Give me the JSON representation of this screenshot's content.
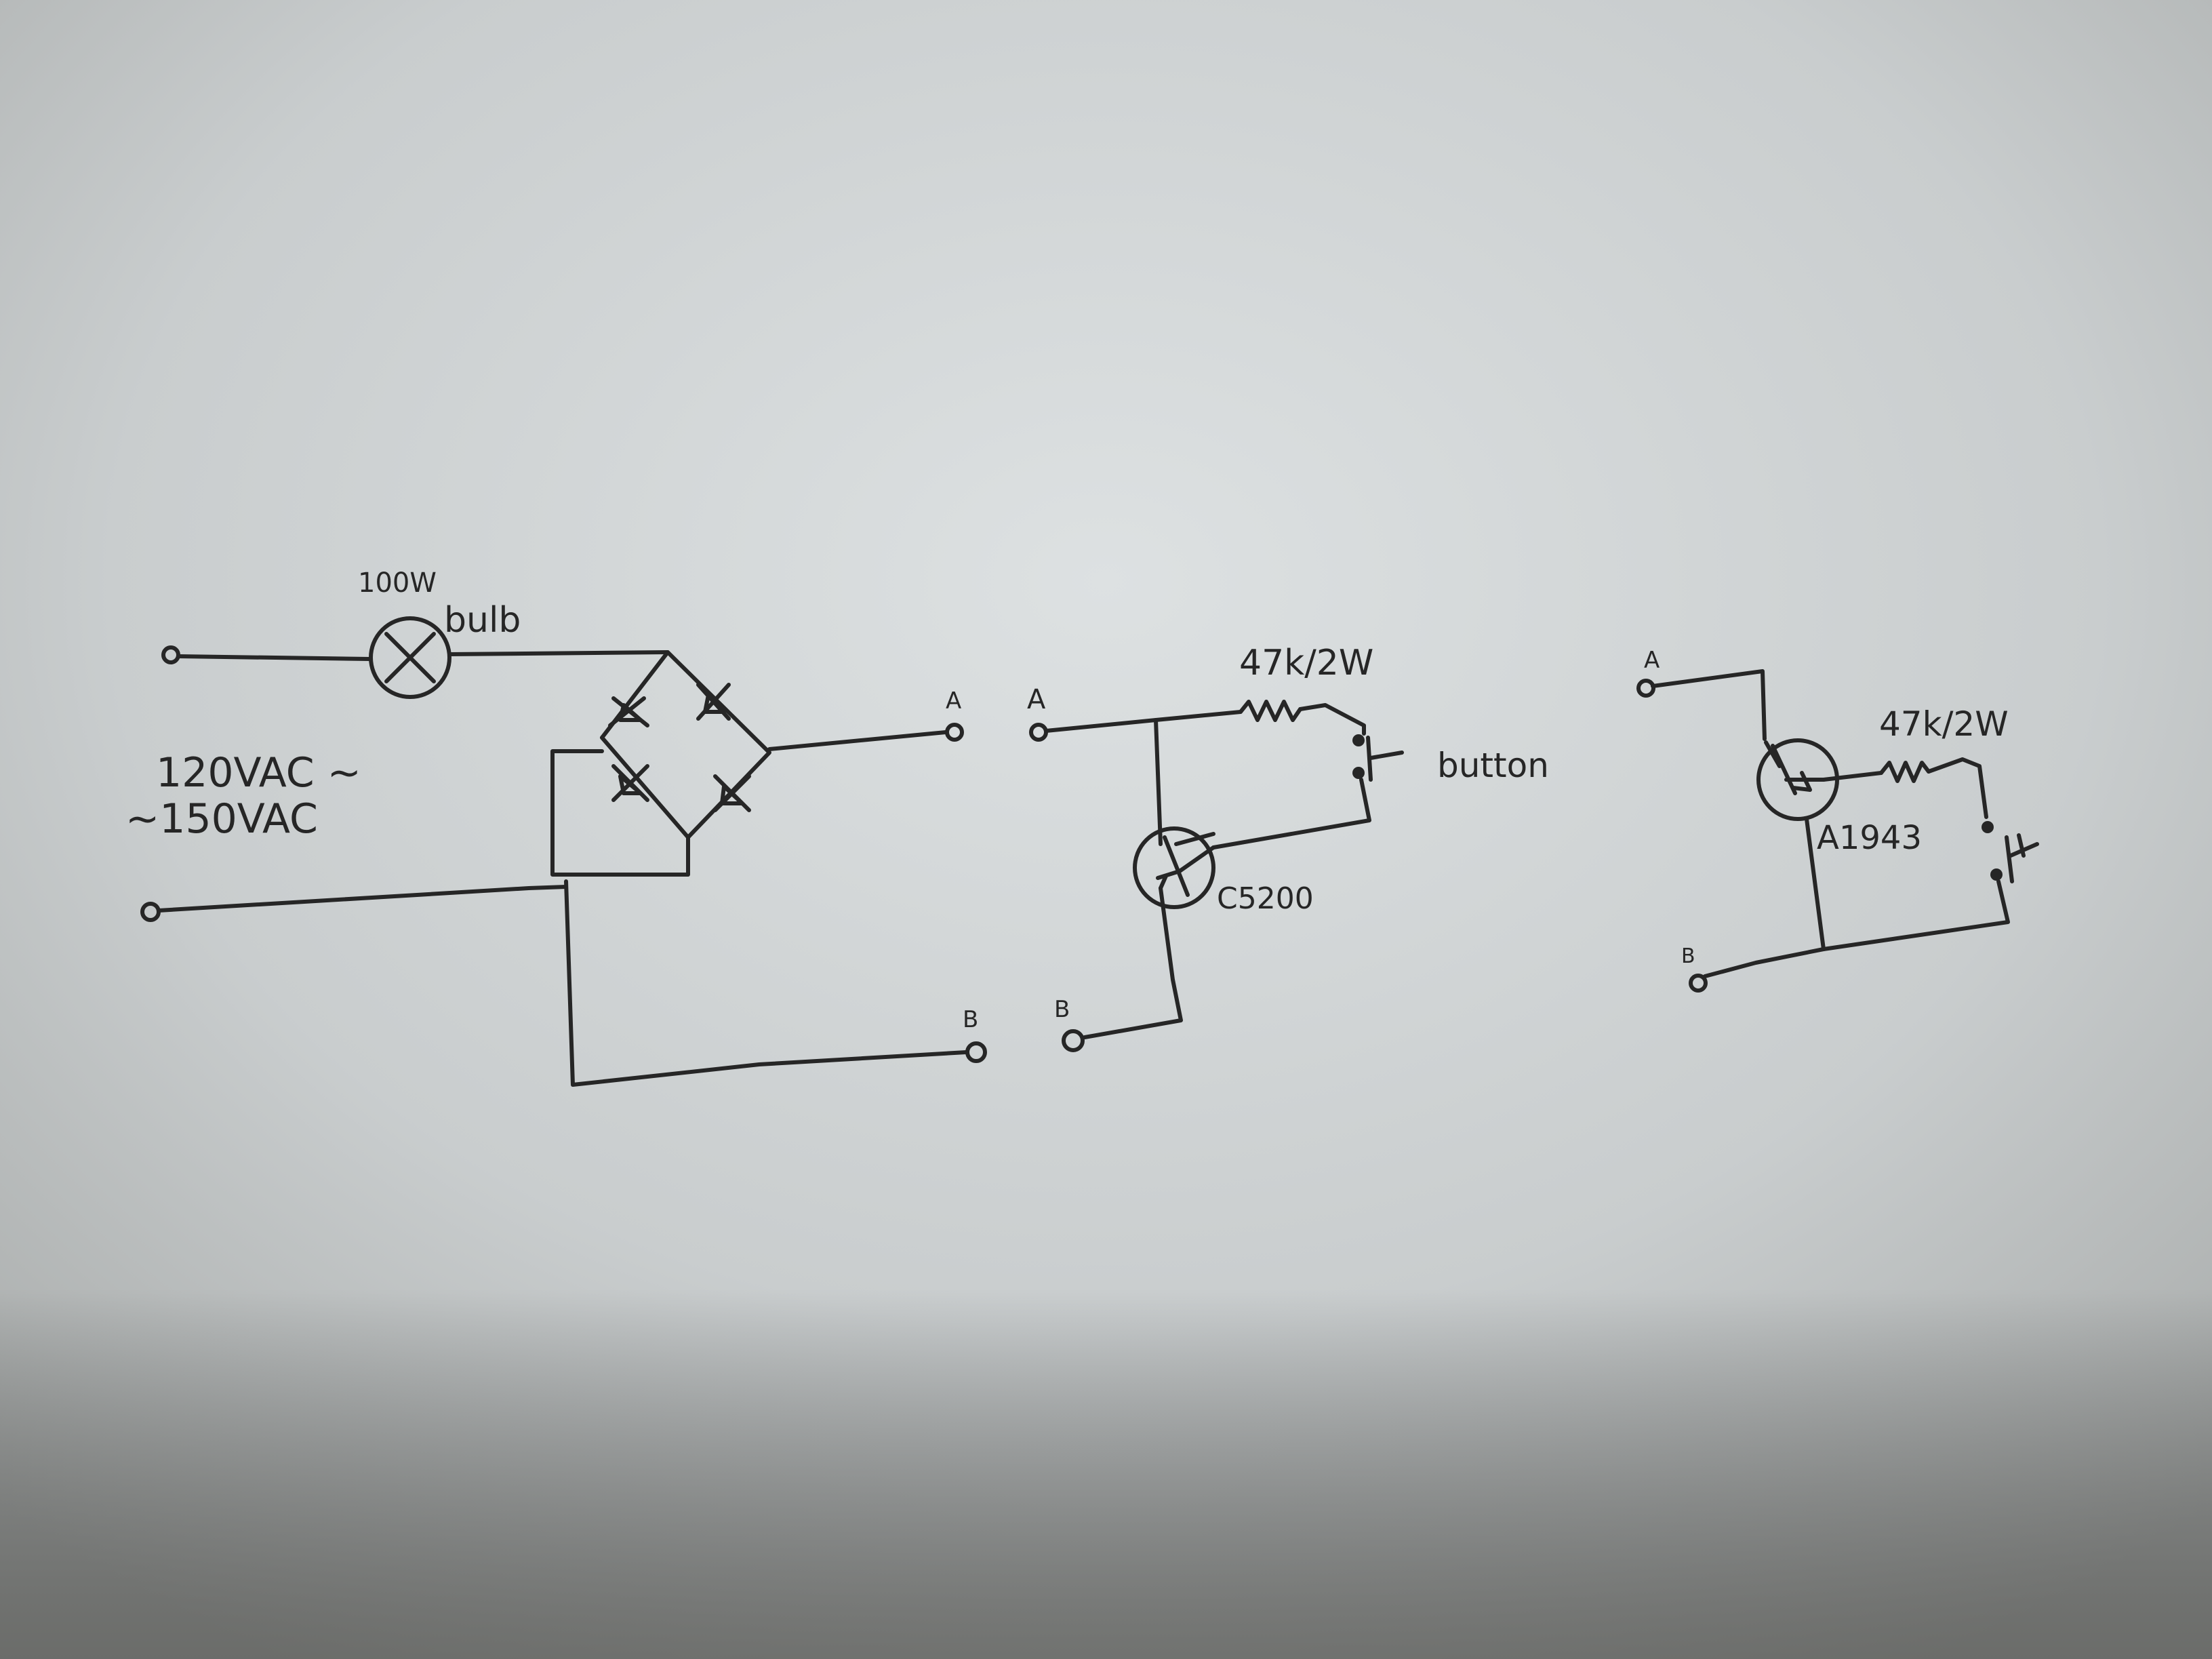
{
  "circuit_1": {
    "lamp_power": "100W",
    "lamp_name": "bulb",
    "supply_line_1": "120VAC ~",
    "supply_line_2": "~150VAC",
    "out_a": "A",
    "out_b": "B"
  },
  "circuit_2": {
    "in_a": "A",
    "in_b": "B",
    "resistor_value": "47k/2W",
    "switch_name": "button",
    "transistor_name": "C5200"
  },
  "circuit_3": {
    "in_a": "A",
    "in_b": "B",
    "resistor_value": "47k/2W",
    "transistor_name": "A1943"
  },
  "colors": {
    "paper": "#c9cccc",
    "ink": "#262626"
  }
}
